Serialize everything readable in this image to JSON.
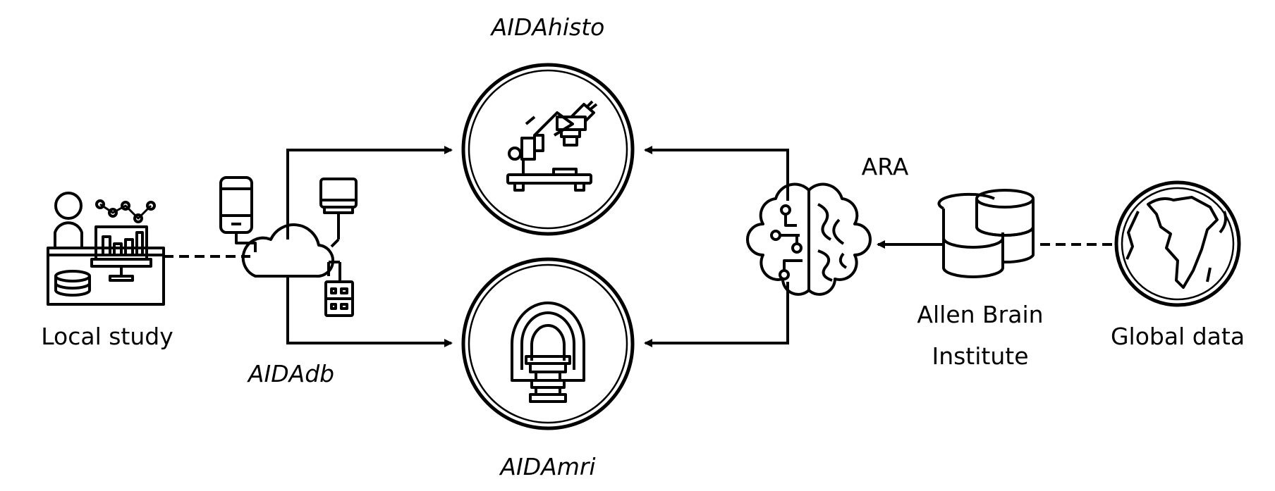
{
  "labels": {
    "aida_histo": "AIDAhisto",
    "aida_mri": "AIDAmri",
    "aida_db": "AIDAdb",
    "local_study": "Local study",
    "ara": "ARA",
    "allen_line1": "Allen Brain",
    "allen_line2": "Institute",
    "global_data": "Global data"
  },
  "icons": {
    "microscope": "microscope-icon",
    "mri_scanner": "mri-scanner-icon",
    "researcher_workstation": "researcher-workstation-icon",
    "cloud_network": "cloud-network-icon",
    "brain": "brain-icon",
    "database": "database-icon",
    "globe": "globe-icon"
  },
  "colors": {
    "stroke": "#000000",
    "background": "#ffffff"
  }
}
